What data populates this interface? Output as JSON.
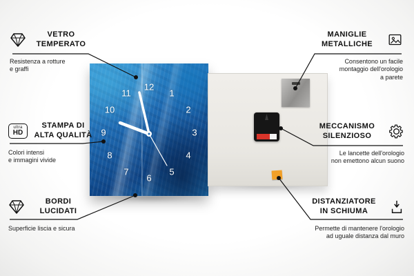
{
  "clock": {
    "numbers": [
      "12",
      "1",
      "2",
      "3",
      "4",
      "5",
      "6",
      "7",
      "8",
      "9",
      "10",
      "11"
    ]
  },
  "callouts": [
    {
      "id": "vetro-temperato",
      "icon": "diamond-icon",
      "title": "VETRO\nTEMPERATO",
      "subtitle": "Resistenza a rotture\ne graffi"
    },
    {
      "id": "stampa-alta-qualita",
      "icon": "ultra-hd-icon",
      "icon_text_top": "ultra",
      "icon_text_bottom": "HD",
      "title": "STAMPA DI\nALTA QUALITÀ",
      "subtitle": "Colori intensi\ne immagini vivide"
    },
    {
      "id": "bordi-lucidati",
      "icon": "diamond-icon",
      "title": "BORDI\nLUCIDATI",
      "subtitle": "Superficie liscia e sicura"
    },
    {
      "id": "maniglie-metalliche",
      "icon": "picture-frame-icon",
      "title": "MANIGLIE\nMETALLICHE",
      "subtitle": "Consentono un facile\nmontaggio dell'orologio\na parete"
    },
    {
      "id": "meccanismo-silenzioso",
      "icon": "gear-icon",
      "title": "MECCANISMO\nSILENZIOSO",
      "subtitle": "Le lancette dell'orologio\nnon emettono alcun suono"
    },
    {
      "id": "distanziatore-in-schiuma",
      "icon": "foam-spacer-icon",
      "title": "DISTANZIATORE\nIN SCHIUMA",
      "subtitle": "Permette di mantenere l'orologio\nad uguale distanza dal muro"
    }
  ],
  "colors": {
    "line": "#111111",
    "clock_blue_light": "#3d9ad8",
    "clock_blue_dark": "#0e4486",
    "back_panel": "#e9e7e2",
    "metal_gray": "#a9a8a5",
    "mechanism_black": "#161616",
    "mechanism_label_red": "#d8342a",
    "foam_orange": "#f2a028"
  }
}
